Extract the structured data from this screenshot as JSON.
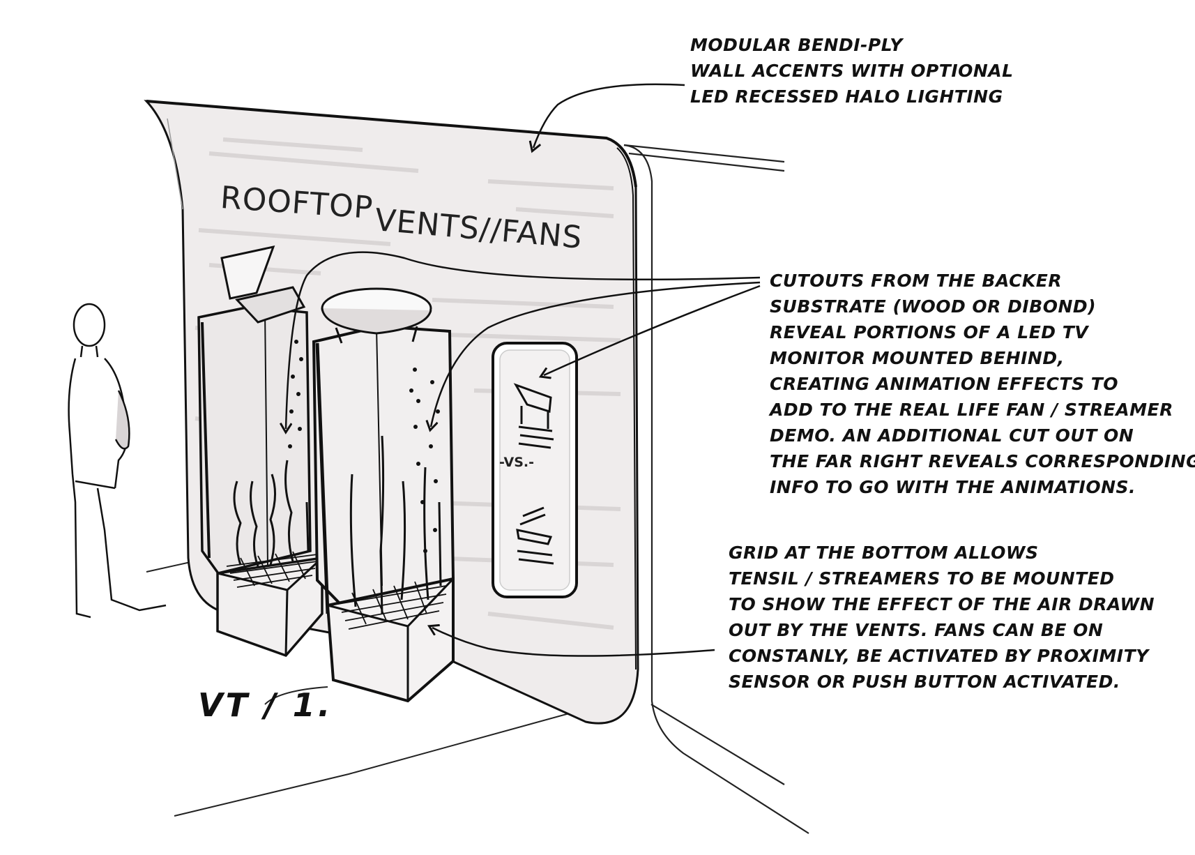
{
  "wall_sign": {
    "title_line1": "ROOFTOP",
    "title_line2": "VENTS//FANS"
  },
  "info_panel": {
    "vs_label": "-VS.-"
  },
  "annotations": {
    "wall_accents": [
      "MODULAR BENDI-PLY",
      "WALL ACCENTS WITH OPTIONAL",
      "LED RECESSED HALO LIGHTING"
    ],
    "cutouts": [
      "CUTOUTS FROM THE BACKER",
      "SUBSTRATE (WOOD OR DIBOND)",
      "REVEAL PORTIONS OF A LED TV",
      "MONITOR MOUNTED BEHIND,",
      "CREATING ANIMATION EFFECTS TO",
      "ADD TO THE REAL LIFE FAN / STREAMER",
      "DEMO. AN ADDITIONAL CUT OUT ON",
      "THE FAR RIGHT REVEALS CORRESPONDING",
      "INFO TO GO WITH THE ANIMATIONS."
    ],
    "grid": [
      "GRID AT THE BOTTOM ALLOWS",
      "TENSIL / STREAMERS TO BE MOUNTED",
      "TO SHOW THE EFFECT OF THE AIR DRAWN",
      "OUT BY THE VENTS. FANS CAN BE ON",
      "CONSTANLY, BE ACTIVATED BY PROXIMITY",
      "SENSOR OR PUSH BUTTON ACTIVATED."
    ]
  },
  "sketch_id": "VT / 1.",
  "colors": {
    "ink": "#111111",
    "marker_grey": "#d9d5d6",
    "wall_fill": "#efecec",
    "paper": "#ffffff"
  }
}
